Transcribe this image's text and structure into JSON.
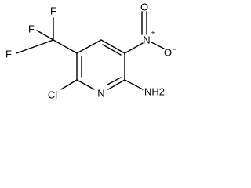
{
  "structure": {
    "atoms": {
      "f1": "F",
      "f2": "F",
      "f3": "F",
      "chlorine": "Cl",
      "ring_nitrogen": "N",
      "amine": "NH2",
      "nitro_nitrogen": "N",
      "nitro_n_charge": "+",
      "nitro_oxygen_top": "O",
      "nitro_oxygen_right": "O",
      "nitro_o_charge": "−"
    }
  }
}
